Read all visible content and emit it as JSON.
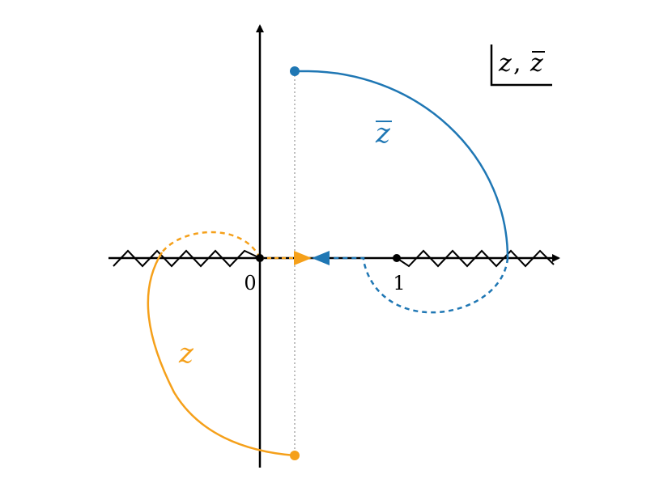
{
  "diagram": {
    "tick_labels": {
      "zero": "0",
      "one": "1"
    },
    "plane_label": {
      "z": "z",
      "comma": ",",
      "zbar": "z"
    },
    "curve_labels": {
      "z": "z",
      "zbar": "z"
    },
    "colors": {
      "z_curve": "#F5A01A",
      "zbar_curve": "#1F77B4",
      "axes": "#000000",
      "guide": "#AAAAAA"
    }
  }
}
